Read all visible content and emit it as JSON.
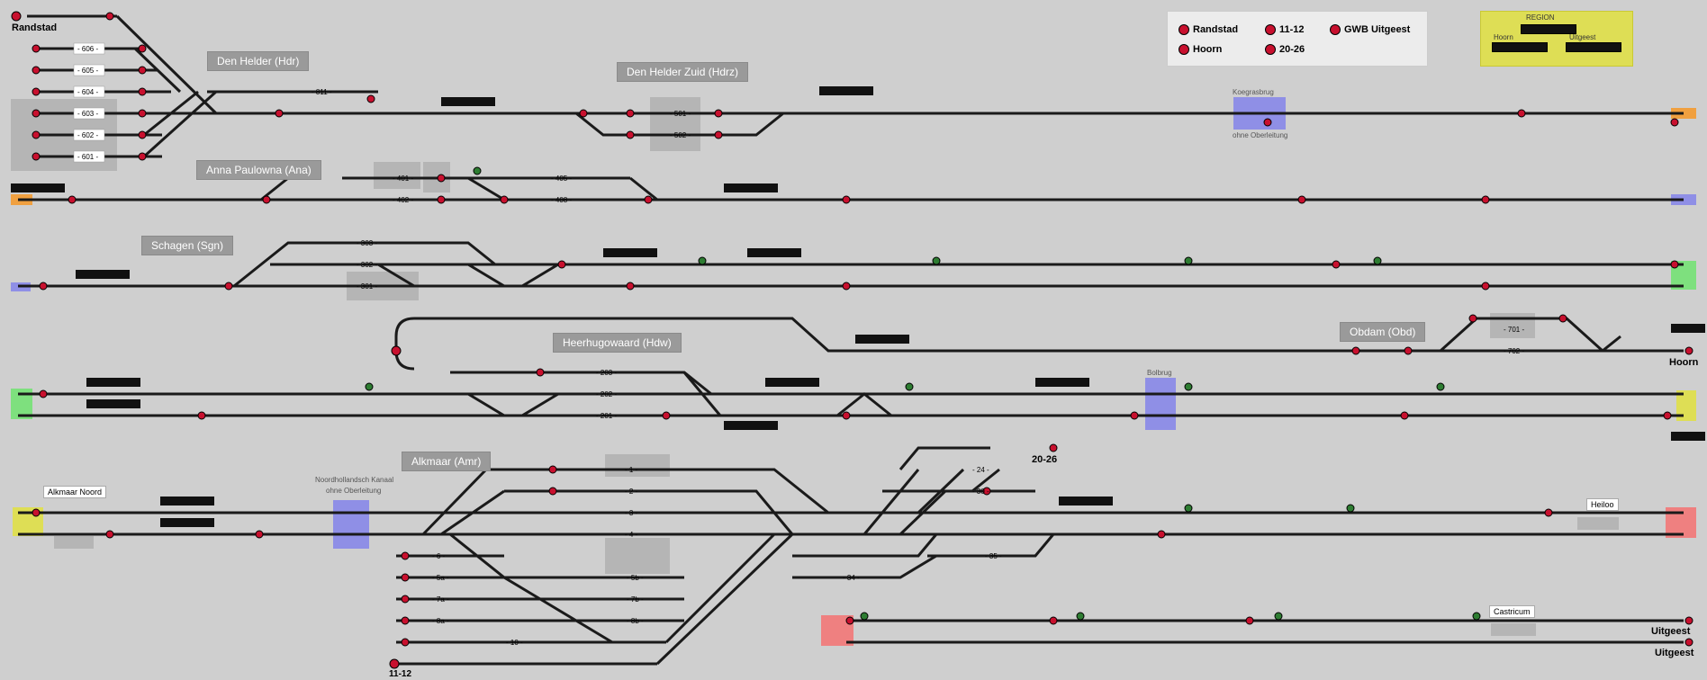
{
  "stations": {
    "den_helder": "Den Helder (Hdr)",
    "den_helder_zuid": "Den Helder Zuid (Hdrz)",
    "anna_paulowna": "Anna Paulowna (Ana)",
    "schagen": "Schagen (Sgn)",
    "heerhugowaard": "Heerhugowaard (Hdw)",
    "obdam": "Obdam (Obd)",
    "alkmaar": "Alkmaar (Amr)"
  },
  "edge_labels": {
    "randstad_top": "Randstad",
    "hoorn": "Hoorn",
    "uitgeest_1": "Uitgeest",
    "uitgeest_2": "Uitgeest",
    "label_20_26": "20-26",
    "label_11_12": "11-12"
  },
  "place_labels": {
    "koegrasbrug": "Koegrasbrug",
    "ohne_oberleitung_1": "ohne Oberleitung",
    "bolbrug": "Bolbrug",
    "alkmaar_noord": "Alkmaar Noord",
    "noordhollandsch_kanaal": "Noordhollandsch Kanaal",
    "ohne_oberleitung_2": "ohne Oberleitung",
    "heiloo": "Heiloo",
    "castricum": "Castricum"
  },
  "track_numbers": {
    "hdr": [
      "- 606 -",
      "- 605 -",
      "- 604 -",
      "- 603 -",
      "- 602 -",
      "- 601 -"
    ],
    "hdr_811": "- 811 -",
    "hdrz": [
      "- 501 -",
      "- 502 -"
    ],
    "ana": [
      "- 401 -",
      "- 402 -",
      "- 405 -",
      "- 408 -"
    ],
    "sgn": [
      "- 303 -",
      "- 302 -",
      "- 301 -"
    ],
    "hdw": [
      "- 203 -",
      "- 202 -",
      "- 201 -"
    ],
    "obd": [
      "- 701 -",
      "- 702 -"
    ],
    "amr_main": [
      "- 1 -",
      "- 2 -",
      "- 3 -",
      "- 4 -"
    ],
    "amr_side": [
      "- 24 -",
      "- 30 -",
      "- 34 -",
      "- 35 -"
    ],
    "amr_south": [
      "- 6 -",
      "- 5a -",
      "- 7a -",
      "- 8a -",
      "- 10 -",
      "- 5b -",
      "- 7b -",
      "- 8b -"
    ]
  },
  "legend": {
    "items": [
      "Randstad",
      "11-12",
      "GWB Uitgeest",
      "Hoorn",
      "20-26"
    ]
  },
  "region": {
    "title": "REGION",
    "hoorn": "Hoorn",
    "uitgeest": "Uitgeest"
  },
  "colors": {
    "background": "#cfcfcf",
    "track": "#1a1a1a",
    "signal": "#c8102e",
    "station_box": "#9a9a9a",
    "blue_zone": "#8f8fe6",
    "green_zone": "#7ee07e",
    "yellow_zone": "#dede55",
    "red_zone": "#ef8080",
    "orange_zone": "#f0a040"
  }
}
